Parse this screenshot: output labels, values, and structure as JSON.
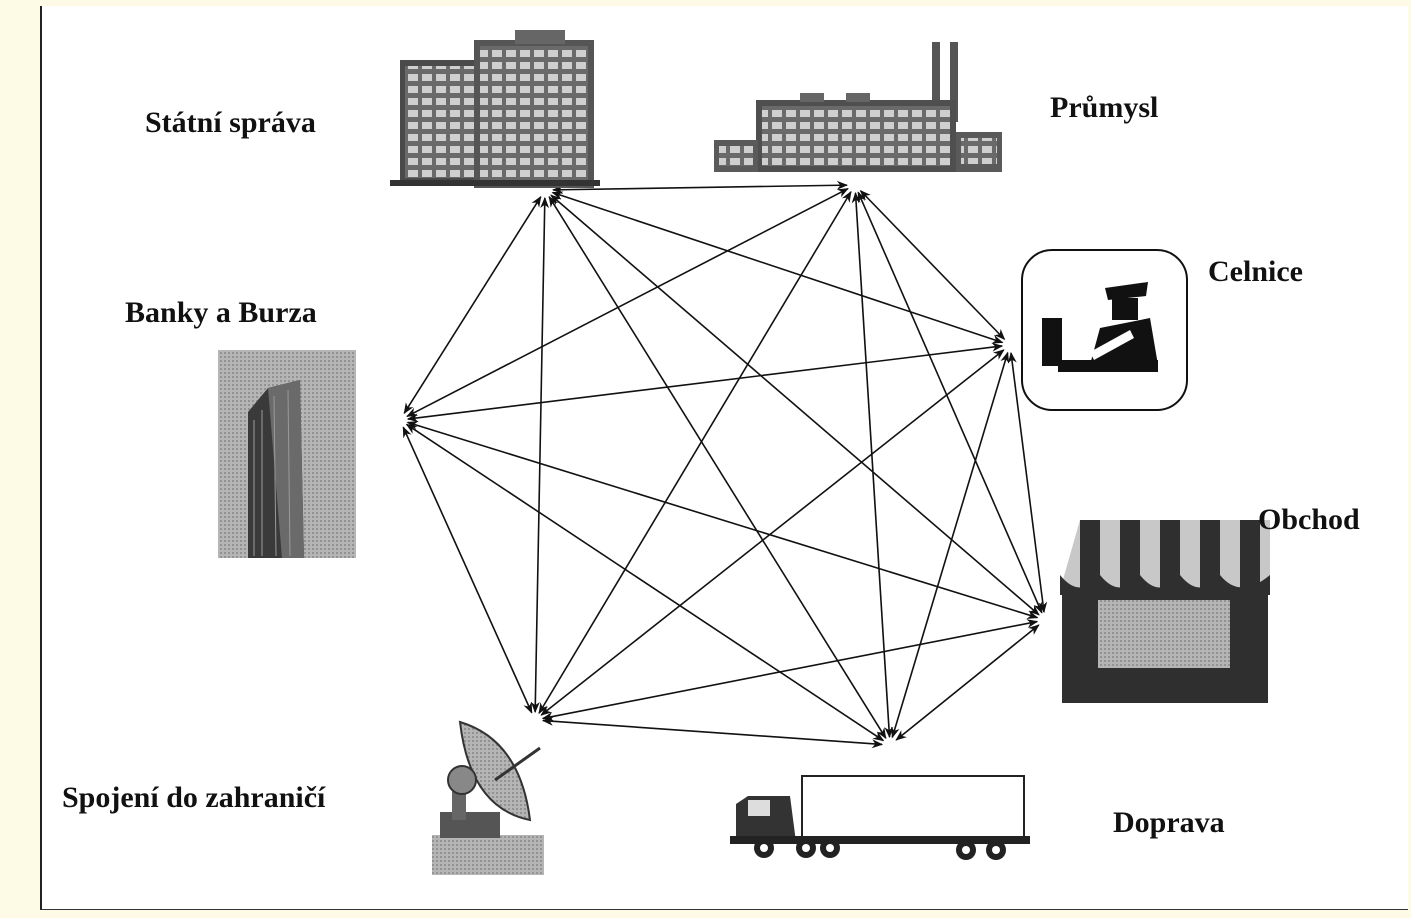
{
  "nodes": {
    "statni_sprava": "Státní správa",
    "prumysl": "Průmysl",
    "celnice": "Celnice",
    "banky_burza": "Banky a Burza",
    "obchod": "Obchod",
    "spojeni": "Spojení do zahraničí",
    "doprava": "Doprava"
  },
  "icons": {
    "statni_sprava": "office-building-icon",
    "prumysl": "factory-icon",
    "celnice": "customs-officer-icon",
    "banky_burza": "skyscraper-icon",
    "obchod": "shop-icon",
    "spojeni": "satellite-dish-icon",
    "doprava": "truck-icon"
  },
  "colors": {
    "ink": "#111111",
    "paper": "#ffffff",
    "scan_border": "#fdfbe6",
    "icon_dark": "#3a3a3a",
    "icon_gray": "#8a8a8a"
  }
}
